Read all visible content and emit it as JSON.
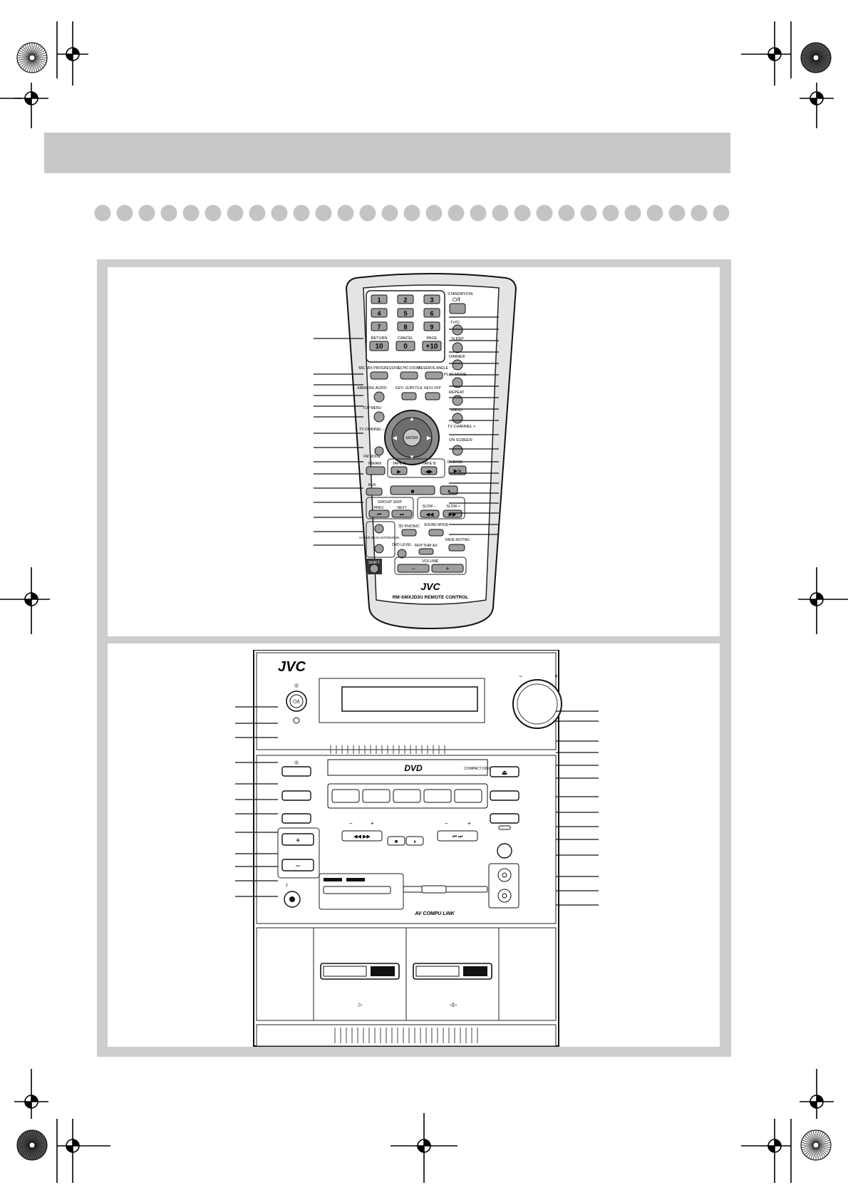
{
  "remote": {
    "brand": "JVC",
    "model": "RM-SMXJD3U REMOTE CONTROL",
    "keys": {
      "standby": "STANDBY/ON",
      "tv_power": "TV/⏻",
      "sleep": "SLEEP",
      "dimmer": "DIMMER",
      "play_mode": "PLAY MODE",
      "repeat": "REPEAT",
      "menu": "MENU",
      "tv_channel_plus": "TV CHANNEL +",
      "tv_channel_minus": "TV CHANNEL −",
      "on_screen": "ON SCREEN",
      "dvd_cd": "DVD/CD",
      "return": "RETURN",
      "cancel": "CANCEL",
      "page": "PAGE",
      "key10": "10",
      "key0": "0",
      "key_plus10": "+10",
      "mic_mix": "MIC MIX PROGRESSIVE",
      "echo_zoom": "ECHO ZOOM",
      "reserve_angle": "RESERVE ANGLE",
      "karaoke_audio": "KARAOKE AUDIO",
      "key_subtitle": "KEY♭ SUBTITLE",
      "key_vfp": "KEY♯ VFP",
      "top_menu": "TOP MENU",
      "enter": "ENTER",
      "fm_mode": "FM MODE",
      "fm_am": "FM/AM",
      "tape_a": "TAPE A",
      "tape_b": "TAPE B",
      "aux": "AUX",
      "group_skip": "GROUP SKIP",
      "prev": "PREV.",
      "next": "NEXT",
      "slow_minus": "SLOW −",
      "slow_plus": "SLOW +",
      "3d_phonic": "3D PHONIC",
      "sound_mode": "SOUND MODE",
      "active_bass": "ACTIVE BASS EXTENSION",
      "fade_muting": "FADE MUTING",
      "rhythm_ax": "RHYTHM AX",
      "shift": "SHIFT",
      "dvd_level": "DVD LEVEL",
      "volume": "VOLUME"
    },
    "number_keys": [
      "1",
      "2",
      "3",
      "4",
      "5",
      "6",
      "7",
      "8",
      "9"
    ]
  },
  "unit": {
    "brand": "JVC",
    "dvd_logo": "DVD",
    "cd_logo": "COMPACT DISC",
    "av_link": "AV COMPU LINK",
    "minus": "−",
    "plus": "+"
  },
  "colors": {
    "band": "#c8c8c8",
    "panel": "#cdcdcd",
    "dot": "#c4c4c4",
    "remote_body": "#e4e4e4",
    "key": "#9e9e9e",
    "ink": "#111111"
  }
}
